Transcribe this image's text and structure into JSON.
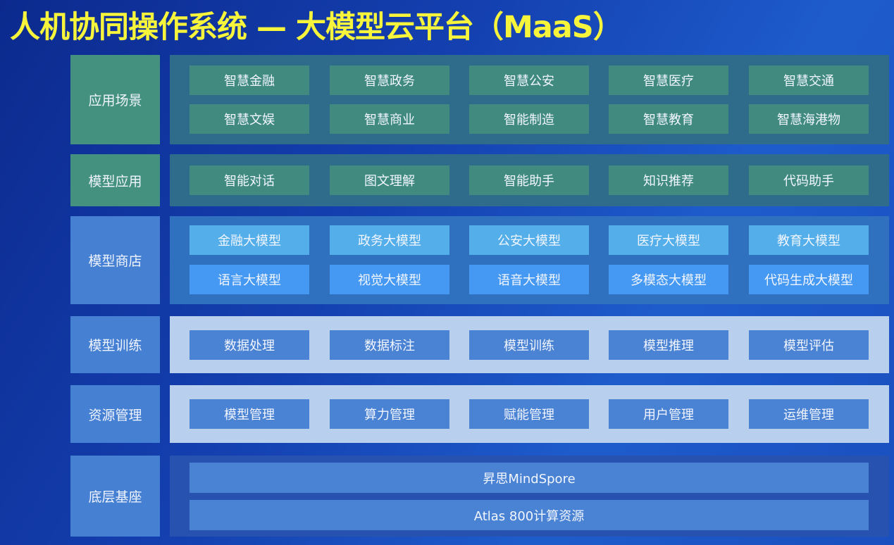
{
  "title": "人机协同操作系统 — 大模型云平台（MaaS）",
  "layers": [
    {
      "label": "应用场景",
      "items": [
        "智慧金融",
        "智慧政务",
        "智慧公安",
        "智慧医疗",
        "智慧交通",
        "智慧文娱",
        "智慧商业",
        "智能制造",
        "智慧教育",
        "智慧海港物"
      ]
    },
    {
      "label": "模型应用",
      "items": [
        "智能对话",
        "图文理解",
        "智能助手",
        "知识推荐",
        "代码助手"
      ]
    },
    {
      "label": "模型商店",
      "items": [
        "金融大模型",
        "政务大模型",
        "公安大模型",
        "医疗大模型",
        "教育大模型",
        "语言大模型",
        "视觉大模型",
        "语音大模型",
        "多模态大模型",
        "代码生成大模型"
      ]
    },
    {
      "label": "模型训练",
      "items": [
        "数据处理",
        "数据标注",
        "模型训练",
        "模型推理",
        "模型评估"
      ]
    },
    {
      "label": "资源管理",
      "items": [
        "模型管理",
        "算力管理",
        "赋能管理",
        "用户管理",
        "运维管理"
      ]
    },
    {
      "label": "底层基座",
      "items": [
        "昇思MindSpore",
        "Atlas 800计算资源"
      ]
    }
  ]
}
